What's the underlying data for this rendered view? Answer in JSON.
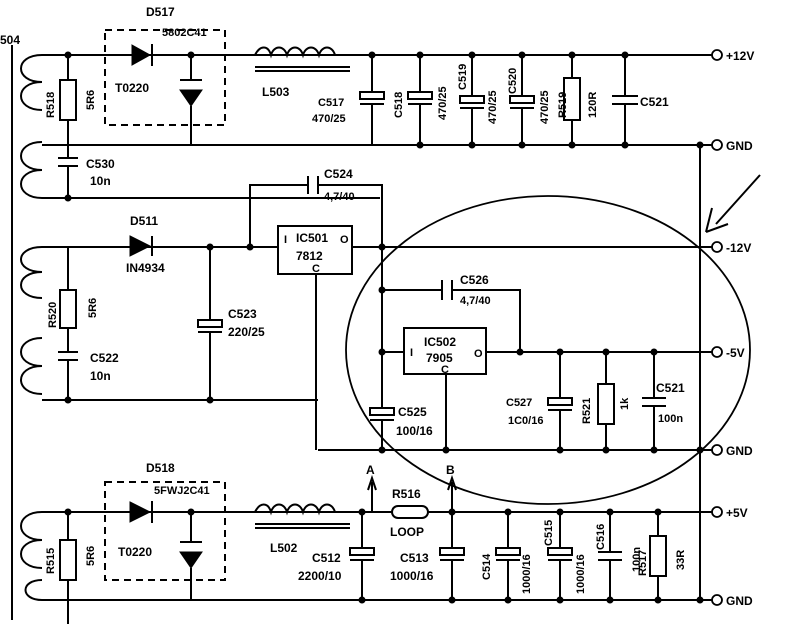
{
  "diagram": {
    "labels": {
      "edge_ref": "504",
      "d517": "D517",
      "d517_part": "5802C41",
      "to220_top": "T0220",
      "r518": "R518",
      "r518_val": "5R6",
      "l503": "L503",
      "c517": "C517",
      "c517_val": "470/25",
      "c518": "C518",
      "c518_val": "470/25",
      "c519": "C519",
      "c519_val": "470/25",
      "c520": "C520",
      "c520_val": "470/25",
      "r519": "R519",
      "r519_val": "120R",
      "c521_top": "C521",
      "c530": "C530",
      "c530_val": "10n",
      "c524": "C524",
      "c524_val": "4,7/40",
      "d511": "D511",
      "d511_part": "IN4934",
      "ic501": "IC501",
      "ic501_part": "7812",
      "ic_pin_in": "I",
      "ic_pin_out": "O",
      "ic_pin_c": "C",
      "r520": "R520",
      "r520_val": "5R6",
      "c522": "C522",
      "c522_val": "10n",
      "c523": "C523",
      "c523_val": "220/25",
      "c526": "C526",
      "c526_val": "4,7/40",
      "ic502": "IC502",
      "ic502_part": "7905",
      "c525": "C525",
      "c525_val": "100/16",
      "c527": "C527",
      "c527_val": "1C0/16",
      "r521": "R521",
      "r521_val": "1k",
      "c521_mid": "C521",
      "c521_mid_val": "100n",
      "node_a": "A",
      "node_b": "B",
      "d518": "D518",
      "d518_part": "5FWJ2C41",
      "to220_bot": "T0220",
      "l502": "L502",
      "r516": "R516",
      "r516_val": "LOOP",
      "c512": "C512",
      "c512_val": "2200/10",
      "c513": "C513",
      "c513_val": "1000/16",
      "c514": "C514",
      "c514_val": "1000/16",
      "c515": "C515",
      "c515_val": "1000/16",
      "c516": "C516",
      "c516_val": "100n",
      "r517": "R517",
      "r517_val": "33R",
      "r515": "R515",
      "r515_val": "5R6"
    },
    "rails": {
      "plus12": "+12V",
      "gnd1": "GND",
      "minus12": "-12V",
      "minus5": "-5V",
      "gnd2": "GND",
      "plus5": "+5V",
      "gnd3": "GND"
    }
  }
}
